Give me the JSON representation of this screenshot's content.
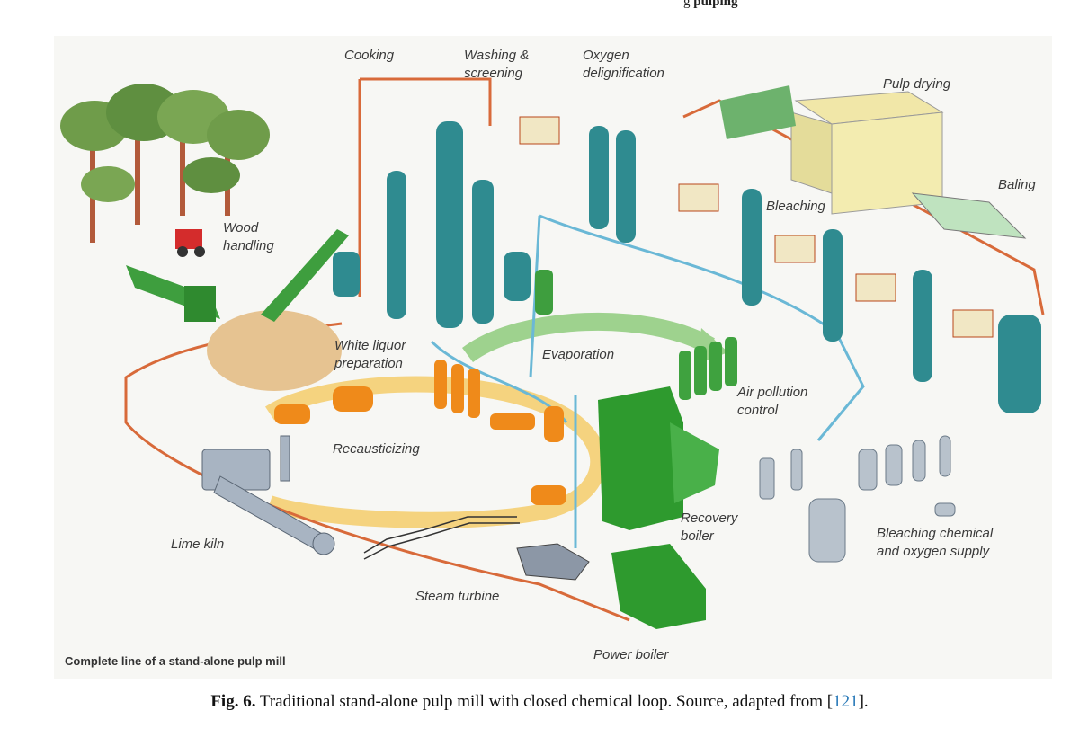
{
  "header": {
    "text_fragment": "g",
    "text_bold": "pulping"
  },
  "diagram": {
    "labels": {
      "cooking": "Cooking",
      "washing_1": "Washing &",
      "washing_2": "screening",
      "oxygen_1": "Oxygen",
      "oxygen_2": "delignification",
      "pulp_drying": "Pulp drying",
      "baling": "Baling",
      "bleaching": "Bleaching",
      "wood_1": "Wood",
      "wood_2": "handling",
      "white_1": "White liquor",
      "white_2": "preparation",
      "evaporation": "Evaporation",
      "air_1": "Air pollution",
      "air_2": "control",
      "recausticizing": "Recausticizing",
      "lime_kiln": "Lime kiln",
      "recovery_1": "Recovery",
      "recovery_2": "boiler",
      "bleach_chem_1": "Bleaching chemical",
      "bleach_chem_2": "and oxygen supply",
      "steam_turbine": "Steam turbine",
      "power_boiler": "Power boiler"
    },
    "inset_caption": "Complete line of a stand-alone pulp mill"
  },
  "caption": {
    "label": "Fig. 6.",
    "text": "Traditional stand-alone pulp mill with closed chemical loop. Source, adapted from [",
    "ref": "121",
    "end": "]."
  }
}
